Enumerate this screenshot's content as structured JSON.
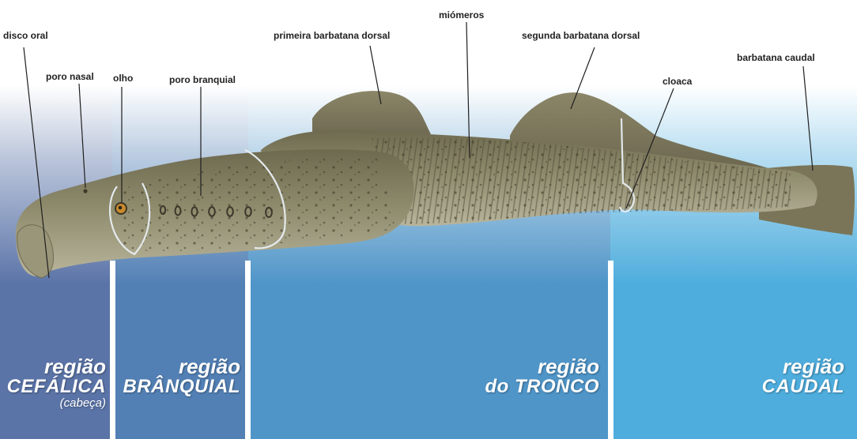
{
  "regions": [
    {
      "line1": "região",
      "line2": "CEFÁLICA",
      "line3": "(cabeça)",
      "color": "#5b74a8"
    },
    {
      "line1": "região",
      "line2": "BRÂNQUIAL",
      "line3": "",
      "color": "#5280b5"
    },
    {
      "line1": "região",
      "line2": "do TRONCO",
      "line3": "",
      "color": "#4f95c8"
    },
    {
      "line1": "região",
      "line2": "CAUDAL",
      "line3": "",
      "color": "#4eaddd"
    }
  ],
  "labels": {
    "disco_oral": "disco oral",
    "poro_nasal": "poro nasal",
    "olho": "olho",
    "poro_branquial": "poro branquial",
    "primeira_barbatana_dorsal": "primeira barbatana dorsal",
    "miomeros": "miómeros",
    "segunda_barbatana_dorsal": "segunda barbatana dorsal",
    "cloaca": "cloaca",
    "barbatana_caudal": "barbatana caudal"
  },
  "colors": {
    "body": "#8a8466",
    "body_dark": "#5e5a44",
    "belly": "#a8a488",
    "ring": "#e8eef2",
    "eye": "#c98a2c"
  }
}
